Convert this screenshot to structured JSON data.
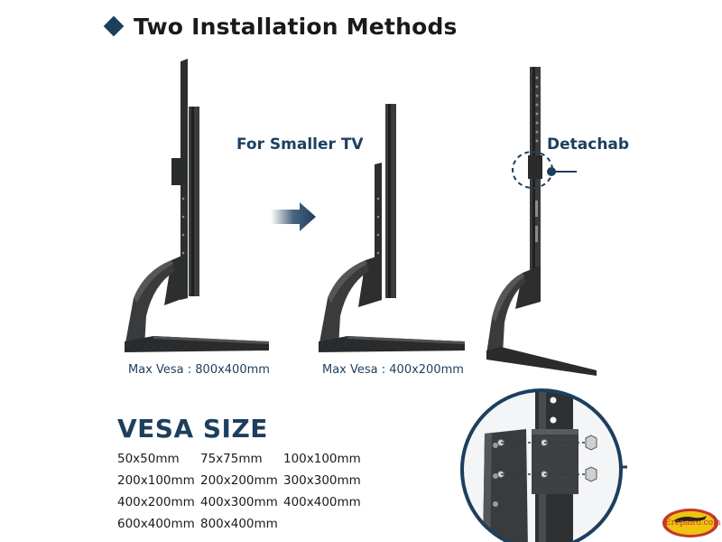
{
  "header": {
    "title": "Two Installation Methods"
  },
  "installation": {
    "method_small_label": "For Smaller TV",
    "detachable_label": "Detachab",
    "max_vesa_1": "Max Vesa : 800x400mm",
    "max_vesa_2": "Max Vesa : 400x200mm"
  },
  "vesa": {
    "title": "VESA SIZE",
    "sizes": [
      "50x50mm",
      "75x75mm",
      "100x100mm",
      "200x100mm",
      "200x200mm",
      "300x300mm",
      "400x200mm",
      "400x300mm",
      "400x400mm",
      "600x400mm",
      "800x400mm",
      ""
    ]
  },
  "watermark": {
    "text": "Erepairo.com"
  },
  "colors": {
    "accent": "#1d3f5e",
    "stand": "#3a3b3d",
    "stand_dark": "#1f2021",
    "logo_red": "#c0392b",
    "logo_yellow": "#f1c40f"
  }
}
